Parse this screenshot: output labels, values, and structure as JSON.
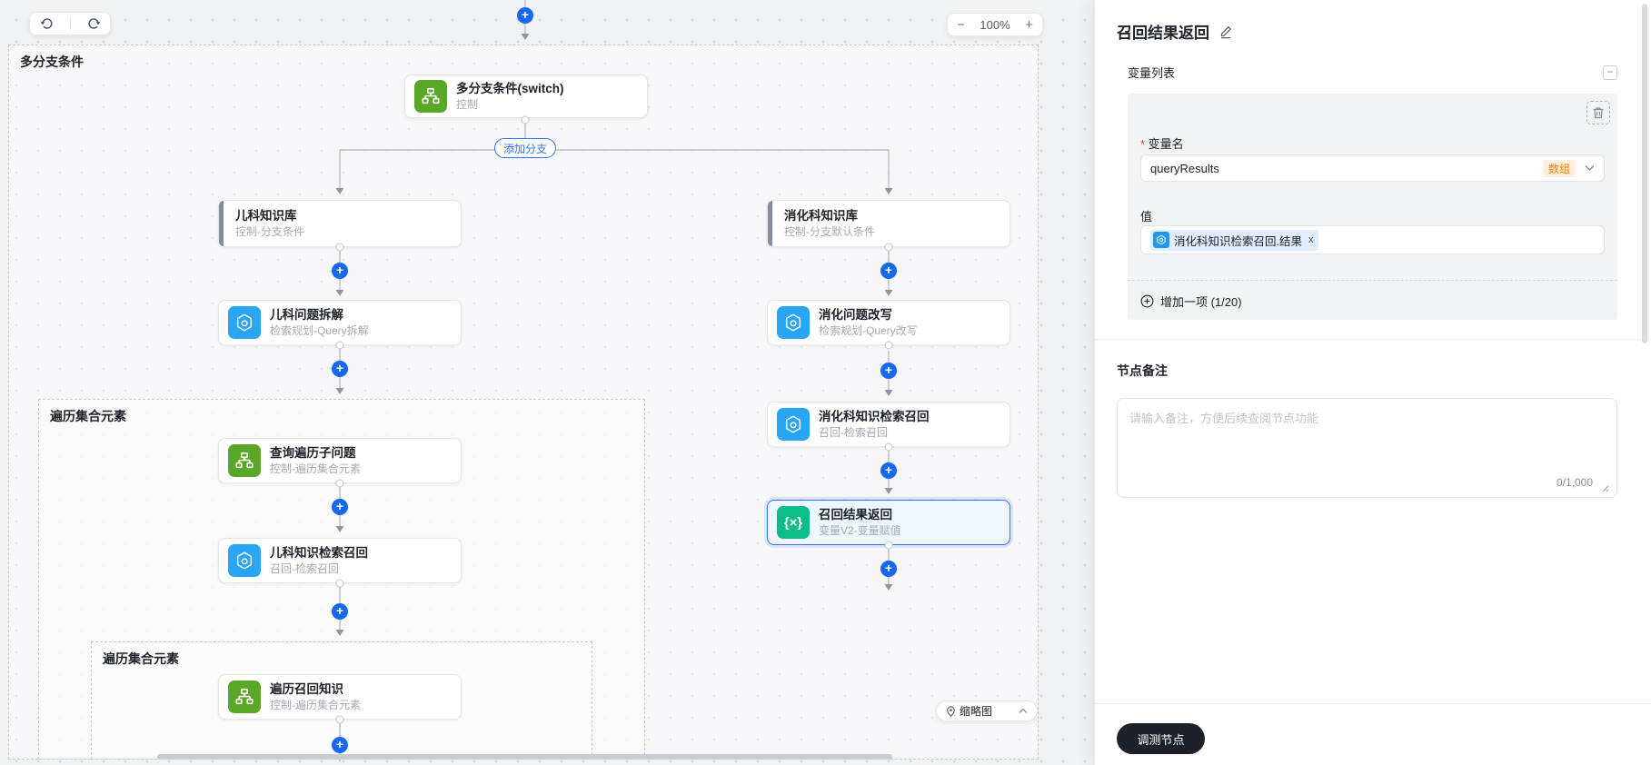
{
  "toolbar": {
    "undo_icon": "undo-arrow",
    "redo_icon": "redo-arrow"
  },
  "zoom_control": {
    "minus": "−",
    "level": "100%",
    "plus": "+"
  },
  "minimap": {
    "label": "缩略图",
    "pin_icon": "map-pin",
    "chevron": "chevron-up"
  },
  "canvas": {
    "add_branch_label": "添加分支",
    "groups": [
      {
        "id": "g1",
        "label": "多分支条件"
      },
      {
        "id": "g2",
        "label": "遍历集合元素"
      },
      {
        "id": "g3",
        "label": "遍历集合元素"
      }
    ],
    "nodes": [
      {
        "id": "switch",
        "title": "多分支条件(switch)",
        "subtitle": "控制",
        "icon": "sitemap-icon",
        "color": "green",
        "kind": "icon"
      },
      {
        "id": "ped-branch",
        "title": "儿科知识库",
        "subtitle": "控制-分支条件",
        "kind": "branch"
      },
      {
        "id": "dig-branch",
        "title": "消化科知识库",
        "subtitle": "控制-分支默认条件",
        "kind": "branch"
      },
      {
        "id": "ped-split",
        "title": "儿科问题拆解",
        "subtitle": "检索规划-Query拆解",
        "icon": "hexagon-icon",
        "color": "blue",
        "kind": "icon"
      },
      {
        "id": "dig-rewrite",
        "title": "消化问题改写",
        "subtitle": "检索规划-Query改写",
        "icon": "hexagon-icon",
        "color": "blue",
        "kind": "icon"
      },
      {
        "id": "query-iter",
        "title": "查询遍历子问题",
        "subtitle": "控制-遍历集合元素",
        "icon": "sitemap-icon",
        "color": "green",
        "kind": "icon"
      },
      {
        "id": "dig-recall",
        "title": "消化科知识检索召回",
        "subtitle": "召回-检索召回",
        "icon": "hexagon-icon",
        "color": "blue",
        "kind": "icon"
      },
      {
        "id": "ped-recall",
        "title": "儿科知识检索召回",
        "subtitle": "召回-检索召回",
        "icon": "hexagon-icon",
        "color": "blue",
        "kind": "icon"
      },
      {
        "id": "result-return",
        "title": "召回结果返回",
        "subtitle": "变量V2-变量赋值",
        "icon": "braces-icon",
        "color": "teal",
        "kind": "icon",
        "selected": true
      },
      {
        "id": "iter-recall",
        "title": "遍历召回知识",
        "subtitle": "控制-遍历集合元素",
        "icon": "sitemap-icon",
        "color": "green",
        "kind": "icon"
      }
    ]
  },
  "panel": {
    "title": "召回结果返回",
    "edit_icon": "pencil",
    "variable_list": {
      "label": "变量列表",
      "collapse_icon": "−",
      "trash_icon": "trash",
      "name_label": "变量名",
      "name_value": "queryResults",
      "type_tag": "数组",
      "value_label": "值",
      "value_chip": "消化科知识检索召回.结果",
      "chip_close": "x",
      "add_label": "增加一项 (1/20)"
    },
    "note": {
      "label": "节点备注",
      "placeholder": "请输入备注，方便后续查阅节点功能",
      "counter": "0/1,000"
    },
    "debug_button": "调测节点"
  },
  "colors": {
    "accent_blue": "#1668f1",
    "selected_border": "#3370ff",
    "green_icon": "#58a727",
    "blue_icon": "#28a5f5",
    "teal_icon": "#0cbd87",
    "tag_orange": "#ff7d00",
    "danger_red": "#f53f3f",
    "button_dark": "#1d2129"
  }
}
